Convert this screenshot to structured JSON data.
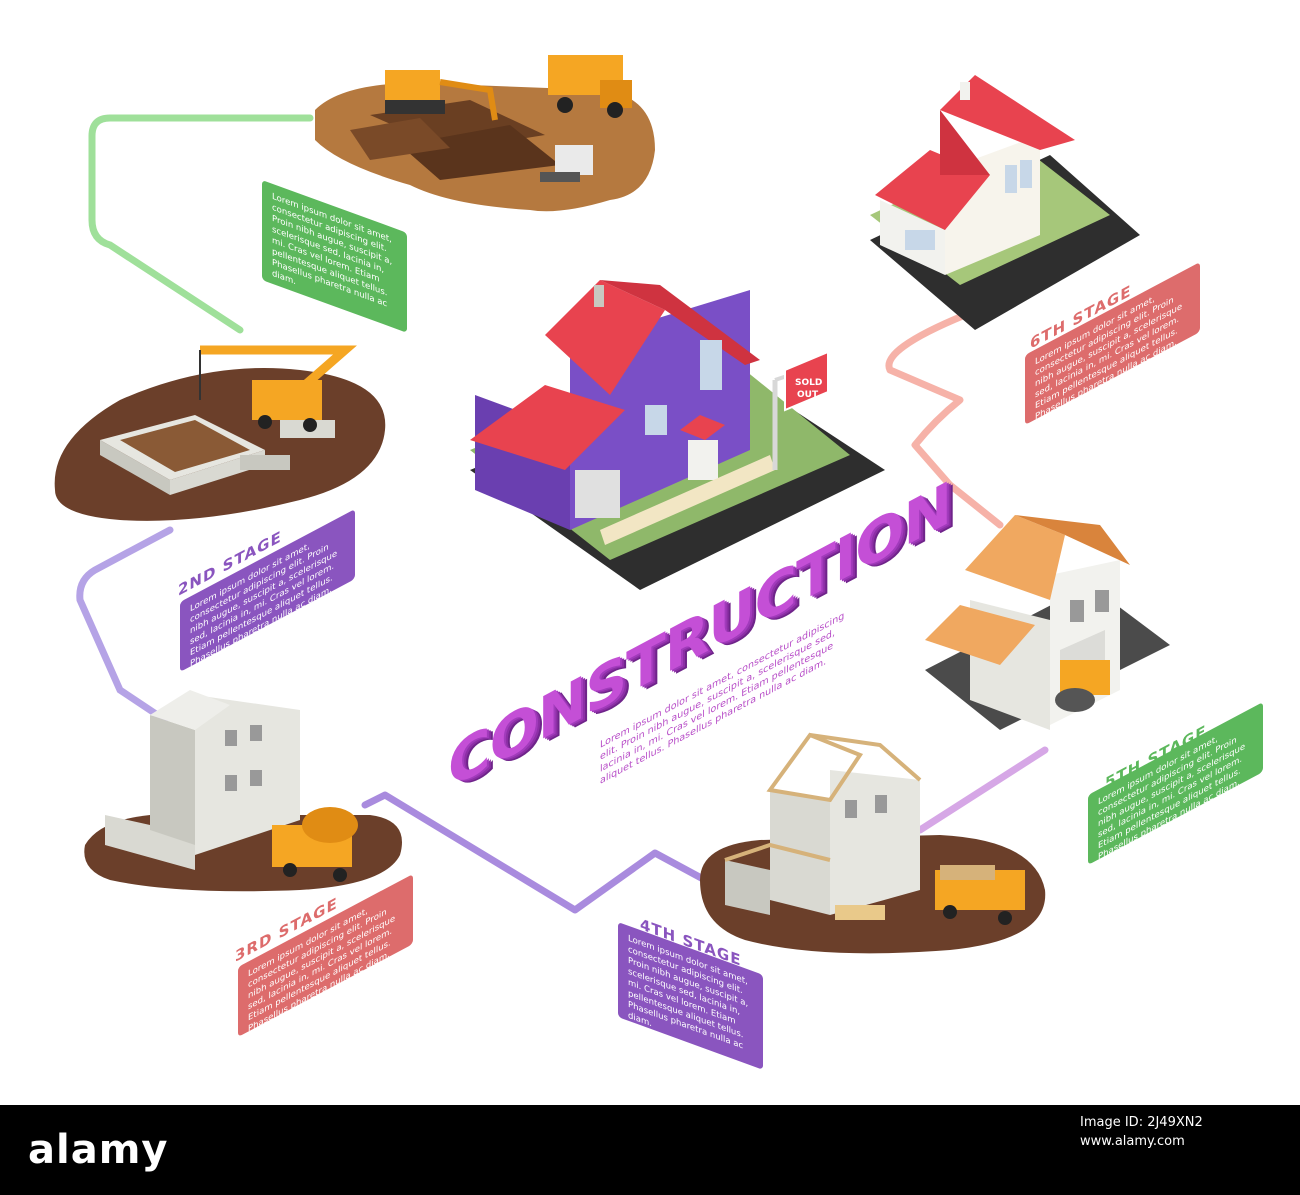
{
  "stages": [
    {
      "title": "1TH STAGE",
      "text": "Lorem ipsum dolor sit amet, consectetur adipiscing elit. Proin nibh augue, suscipit a, scelerisque sed, lacinia in, mi. Cras vel lorem. Etiam pellentesque aliquet tellus. Phasellus pharetra nulla ac diam.",
      "color": "#5cb85c"
    },
    {
      "title": "2ND STAGE",
      "text": "Lorem ipsum dolor sit amet, consectetur adipiscing elit. Proin nibh augue, suscipit a, scelerisque sed, lacinia in, mi. Cras vel lorem. Etiam pellentesque aliquet tellus. Phasellus pharetra nulla ac diam.",
      "color": "#8a55bf"
    },
    {
      "title": "3RD STAGE",
      "text": "Lorem ipsum dolor sit amet, consectetur adipiscing elit. Proin nibh augue, suscipit a, scelerisque sed, lacinia in, mi. Cras vel lorem. Etiam pellentesque aliquet tellus. Phasellus pharetra nulla ac diam.",
      "color": "#dd6c6c"
    },
    {
      "title": "4TH STAGE",
      "text": "Lorem ipsum dolor sit amet, consectetur adipiscing elit. Proin nibh augue, suscipit a, scelerisque sed, lacinia in, mi. Cras vel lorem. Etiam pellentesque aliquet tellus. Phasellus pharetra nulla ac diam.",
      "color": "#8a55bf"
    },
    {
      "title": "5TH STAGE",
      "text": "Lorem ipsum dolor sit amet, consectetur adipiscing elit. Proin nibh augue, suscipit a, scelerisque sed, lacinia in, mi. Cras vel lorem. Etiam pellentesque aliquet tellus. Phasellus pharetra nulla ac diam.",
      "color": "#5cb85c"
    },
    {
      "title": "6TH STAGE",
      "text": "Lorem ipsum dolor sit amet, consectetur adipiscing elit. Proin nibh augue, suscipit a, scelerisque sed, lacinia in, mi. Cras vel lorem. Etiam pellentesque aliquet tellus. Phasellus pharetra nulla ac diam.",
      "color": "#dd6c6c"
    }
  ],
  "main": {
    "title": "CONSTRUCTION",
    "text": "Lorem ipsum dolor sit amet, consectetur adipiscing elit. Proin nibh augue, suscipit a, scelerisque sed, lacinia in, mi. Cras vel lorem. Etiam pellentesque aliquet tellus. Phasellus pharetra nulla ac diam."
  },
  "sign": {
    "line1": "SOLD",
    "line2": "OUT"
  },
  "footer": {
    "logo": "alamy",
    "image_id": "Image ID: 2J49XN2",
    "url": "www.alamy.com"
  },
  "colors": {
    "roof": "#e8434f",
    "house_wall": "#7a4fc6",
    "soil": "#6b3f2a",
    "machine": "#f5a623",
    "path_green": "#8fd98a",
    "path_purple": "#a792db",
    "path_pink": "#f4a8a0"
  }
}
